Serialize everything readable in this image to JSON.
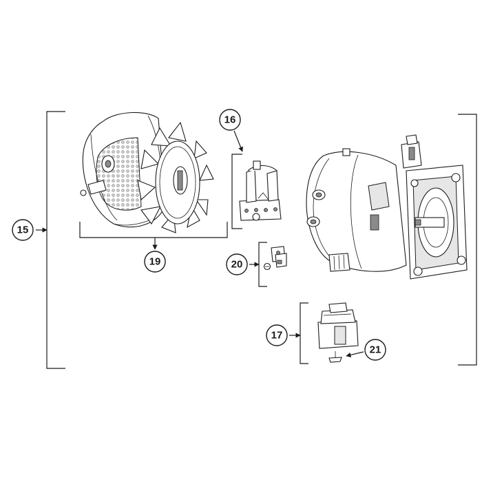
{
  "callouts": {
    "c15": "15",
    "c16": "16",
    "c17": "17",
    "c19": "19",
    "c20": "20",
    "c21": "21"
  },
  "colors": {
    "ink": "#1a1a1a",
    "background": "#ffffff",
    "shade": "#e6e6e6"
  }
}
